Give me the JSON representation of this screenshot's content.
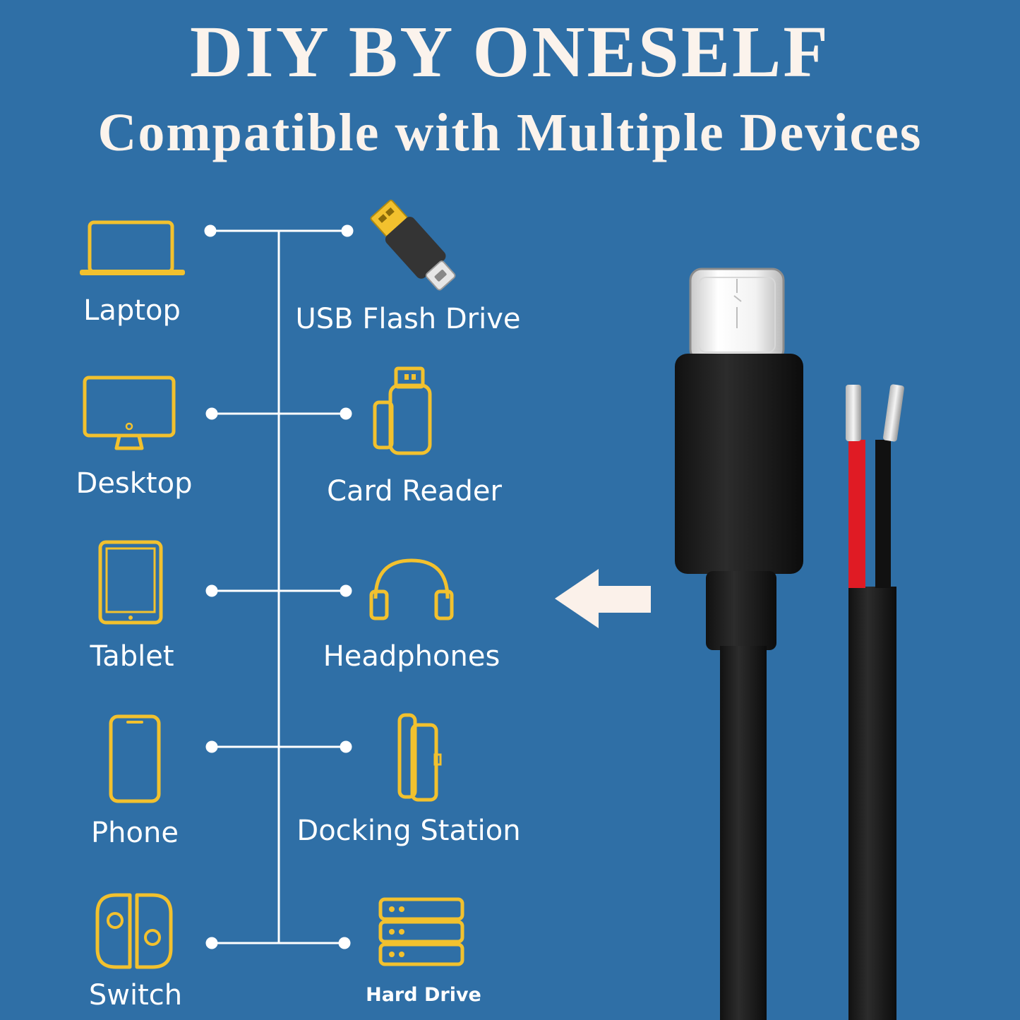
{
  "header": {
    "title": "DIY BY ONESELF",
    "subtitle": "Compatible with Multiple Devices"
  },
  "devices_left": [
    {
      "label": "Laptop",
      "icon": "laptop-icon"
    },
    {
      "label": "Desktop",
      "icon": "desktop-icon"
    },
    {
      "label": "Tablet",
      "icon": "tablet-icon"
    },
    {
      "label": "Phone",
      "icon": "phone-icon"
    },
    {
      "label": "Switch",
      "icon": "game-console-icon"
    }
  ],
  "devices_right": [
    {
      "label": "USB Flash Drive",
      "icon": "usb-flash-drive-icon"
    },
    {
      "label": "Card Reader",
      "icon": "card-reader-icon"
    },
    {
      "label": "Headphones",
      "icon": "headphones-icon"
    },
    {
      "label": "Docking Station",
      "icon": "docking-station-icon"
    },
    {
      "label": "Hard Drive",
      "icon": "hard-drive-icon"
    }
  ],
  "colors": {
    "background": "#2f6fa6",
    "icon_gold": "#f2c12e",
    "text": "#ffffff",
    "title": "#fbf3ec"
  }
}
